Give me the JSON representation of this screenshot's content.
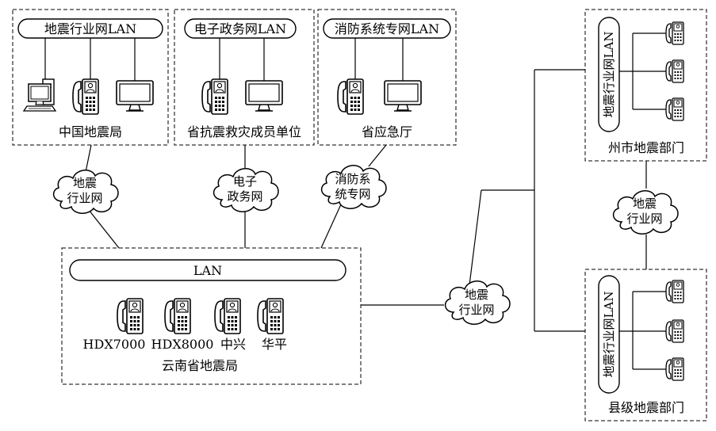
{
  "top_boxes": [
    {
      "lan": "地震行业网LAN",
      "org": "中国地震局"
    },
    {
      "lan": "电子政务网LAN",
      "org": "省抗震救灾成员单位"
    },
    {
      "lan": "消防系统专网LAN",
      "org": "省应急厅"
    }
  ],
  "clouds": {
    "c1": {
      "line1": "地震",
      "line2": "行业网"
    },
    "c2": {
      "line1": "电子",
      "line2": "政务网"
    },
    "c3": {
      "line1": "消防系",
      "line2": "统专网"
    },
    "c4": {
      "line1": "地震",
      "line2": "行业网"
    },
    "c5": {
      "line1": "地震",
      "line2": "行业网"
    }
  },
  "yunnan": {
    "lan": "LAN",
    "terminals": [
      "HDX7000",
      "HDX8000",
      "中兴",
      "华平"
    ],
    "org": "云南省地震局"
  },
  "zhou": {
    "lan": "地震行业网LAN",
    "org": "州市地震部门"
  },
  "xian": {
    "lan": "地震行业网LAN",
    "org": "县级地震部门"
  }
}
